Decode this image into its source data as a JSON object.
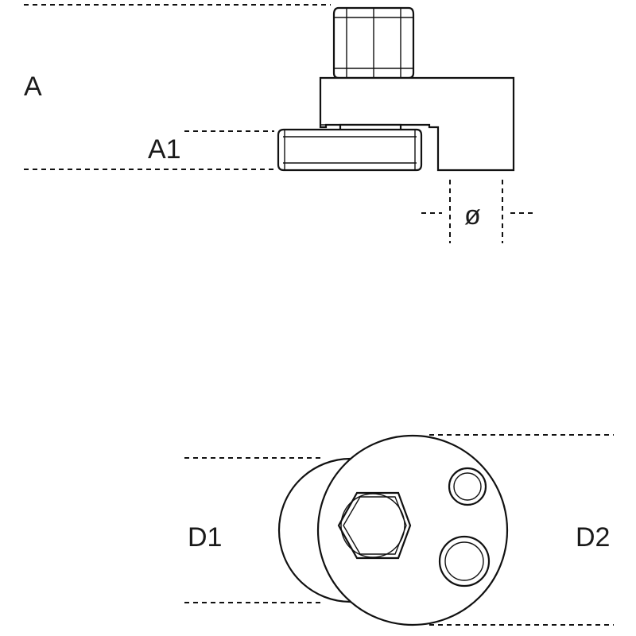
{
  "dimensions": {
    "height_label": "A",
    "roller_height_label": "A1",
    "bore_label": "ø",
    "roller_diameter_label": "D1",
    "body_diameter_label": "D2"
  },
  "colors": {
    "line": "#111111",
    "background": "#ffffff"
  }
}
